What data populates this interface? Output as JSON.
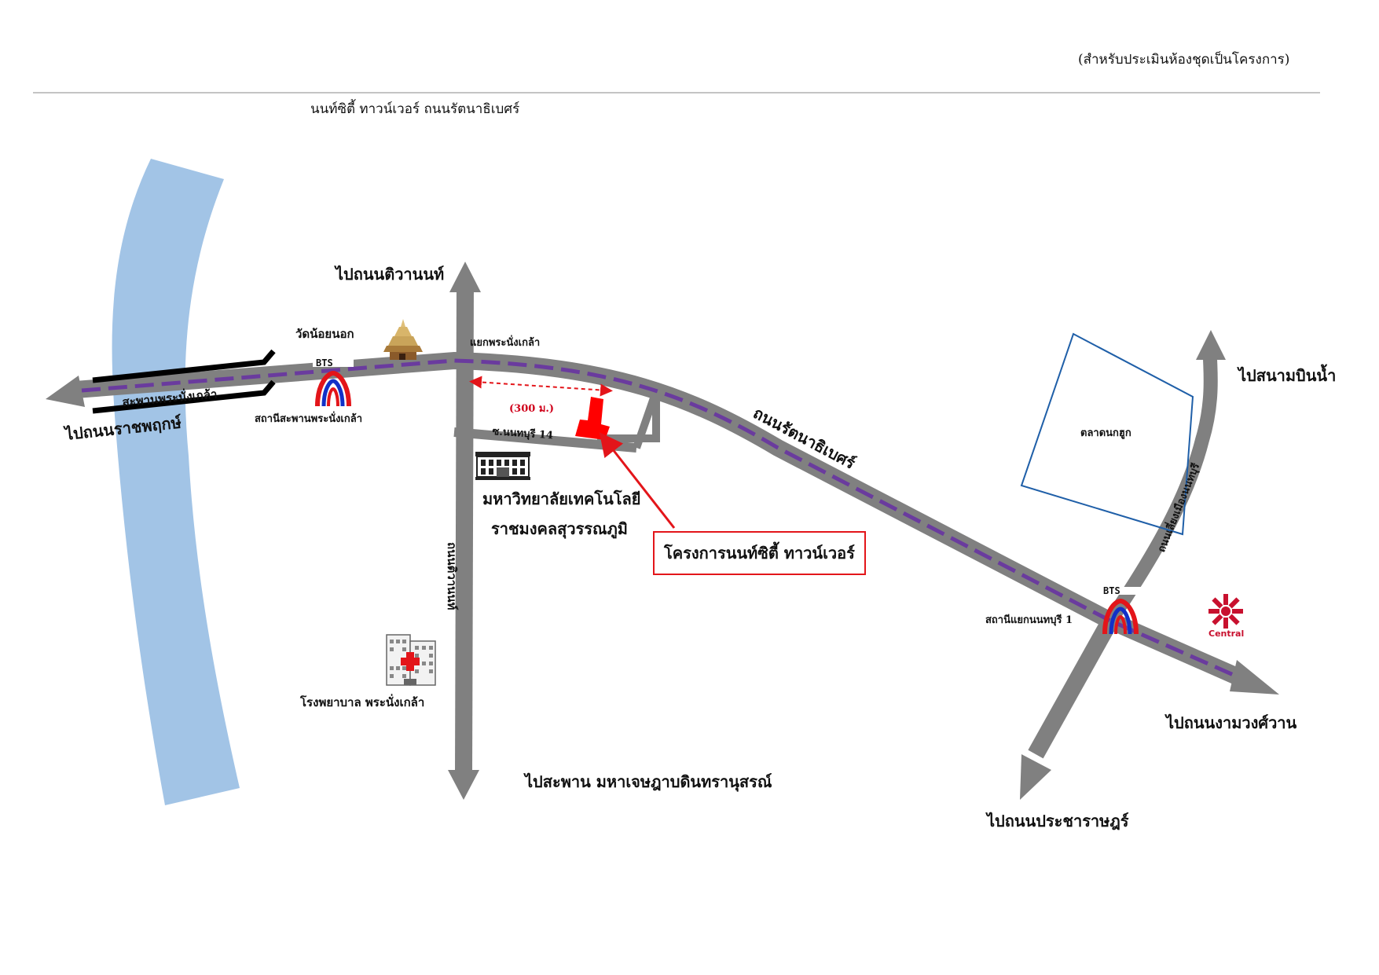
{
  "header": {
    "note": "(สำหรับประเมินห้องชุดเป็นโครงการ)",
    "subtitle": "นนท์ซิตี้ ทาวน์เวอร์   ถนนรัตนาธิเบศร์"
  },
  "directions": {
    "tiwanon": "ไปถนนติวานนท์",
    "ratchaphruek": "ไปถนนราชพฤกษ์",
    "bridge": "ไปสะพาน มหาเจษฎาบดินทรานุสรณ์",
    "airport": "ไปสนามบินน้ำ",
    "ngamwongwan": "ไปถนนงามวงศ์วาน",
    "pracharat": "ไปถนนประชาราษฎร์"
  },
  "places": {
    "temple": "วัดน้อยนอก",
    "bridge_name": "สะพานพระนั่งเกล้า",
    "station_bridge": "สถานีสะพานพระนั่งเกล้า",
    "junction": "แยกพระนั่งเกล้า",
    "distance": "(300 ม.)",
    "soi": "ซ.นนทบุรี 14",
    "university_line1": "มหาวิทยาลัยเทคโนโลยี",
    "university_line2": "ราชมงคลสุวรรณภูมิ",
    "hospital": "โรงพยาบาล พระนั่งเกล้า",
    "tiwanon_road": "ถนนติวานนท์",
    "main_road": "ถนนรัตนาธิเบศร์",
    "market": "ตลาดนกฮูก",
    "side_road": "ถนนเลี่ยงเมืองนนทบุรี",
    "station_junction": "สถานีแยกนนทบุรี 1",
    "central": "Central",
    "project": "โครงการนนท์ซิตี้ ทาวน์เวอร์"
  },
  "bts": {
    "label": "BTS"
  },
  "colors": {
    "road": "#808080",
    "river": "#a2c4e6",
    "transit_line": "#6a3b9e",
    "project": "#ff0000",
    "bts_red": "#e3151a",
    "bts_blue": "#1230c8",
    "market_outline": "#1f5fa8"
  },
  "icons": [
    "temple-icon",
    "bts-logo-icon",
    "university-building-icon",
    "hospital-icon",
    "central-logo-icon",
    "project-building-icon"
  ]
}
